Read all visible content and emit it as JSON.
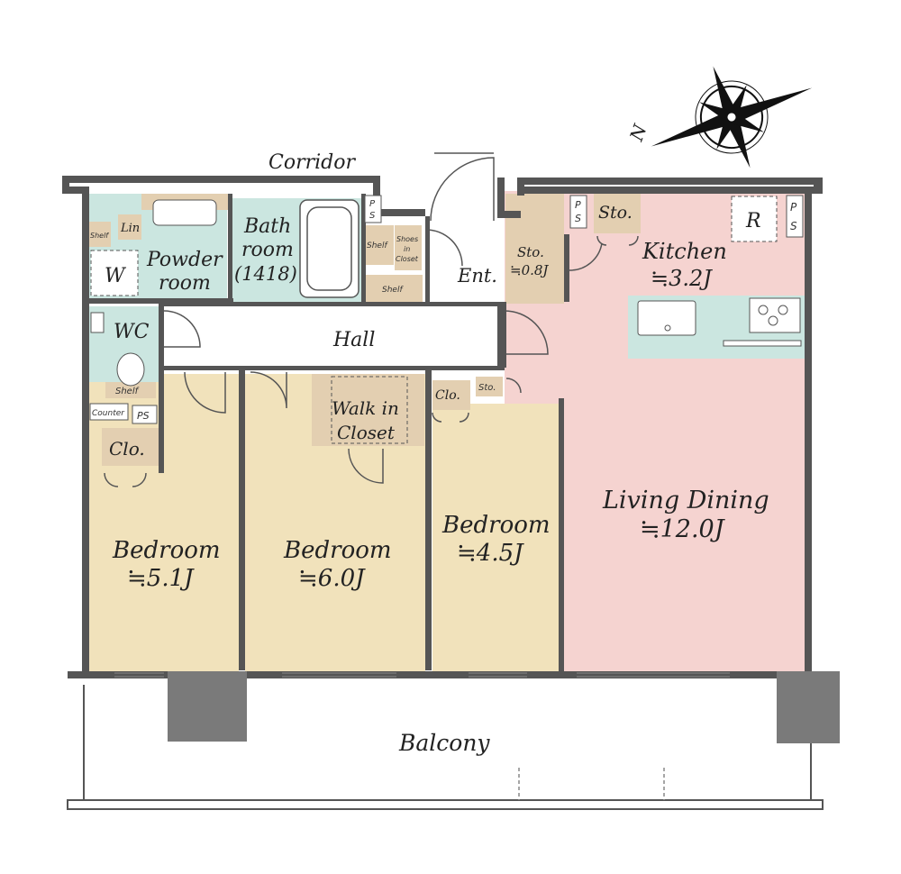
{
  "labels": {
    "corridor": "Corridor",
    "balcony": "Balcony",
    "hall": "Hall",
    "entrance": "Ent.",
    "powder_1": "Powder",
    "powder_2": "room",
    "bath_1": "Bath",
    "bath_2": "room",
    "bath_3": "(1418)",
    "wc": "WC",
    "washer": "W",
    "linen": "Lin",
    "shelf": "Shelf",
    "shoes_1": "Shoes",
    "shoes_2": "in",
    "shoes_3": "Closet",
    "ps": [
      "P",
      "S"
    ],
    "ps_inline": "PS",
    "counter": "Counter",
    "closet": "Clo.",
    "storage": "Sto.",
    "storage_size": "≒0.8J",
    "refrigerator": "R",
    "walkin_1": "Walk in",
    "walkin_2": "Closet",
    "north": "N"
  },
  "rooms": {
    "kitchen": {
      "name": "Kitchen",
      "size": "≒3.2J"
    },
    "living_dining": {
      "name": "Living Dining",
      "size": "≒12.0J"
    },
    "bedroom_left": {
      "name": "Bedroom",
      "size": "≒5.1J"
    },
    "bedroom_center": {
      "name": "Bedroom",
      "size": "≒6.0J"
    },
    "bedroom_right": {
      "name": "Bedroom",
      "size": "≒4.5J"
    }
  },
  "colors": {
    "bedroom": "#f1e2bb",
    "living": "#f5d3d0",
    "wet_area": "#cbe6e0",
    "storage": "#e3cfb1",
    "wall": "#555555",
    "column": "#7a7a7a"
  }
}
